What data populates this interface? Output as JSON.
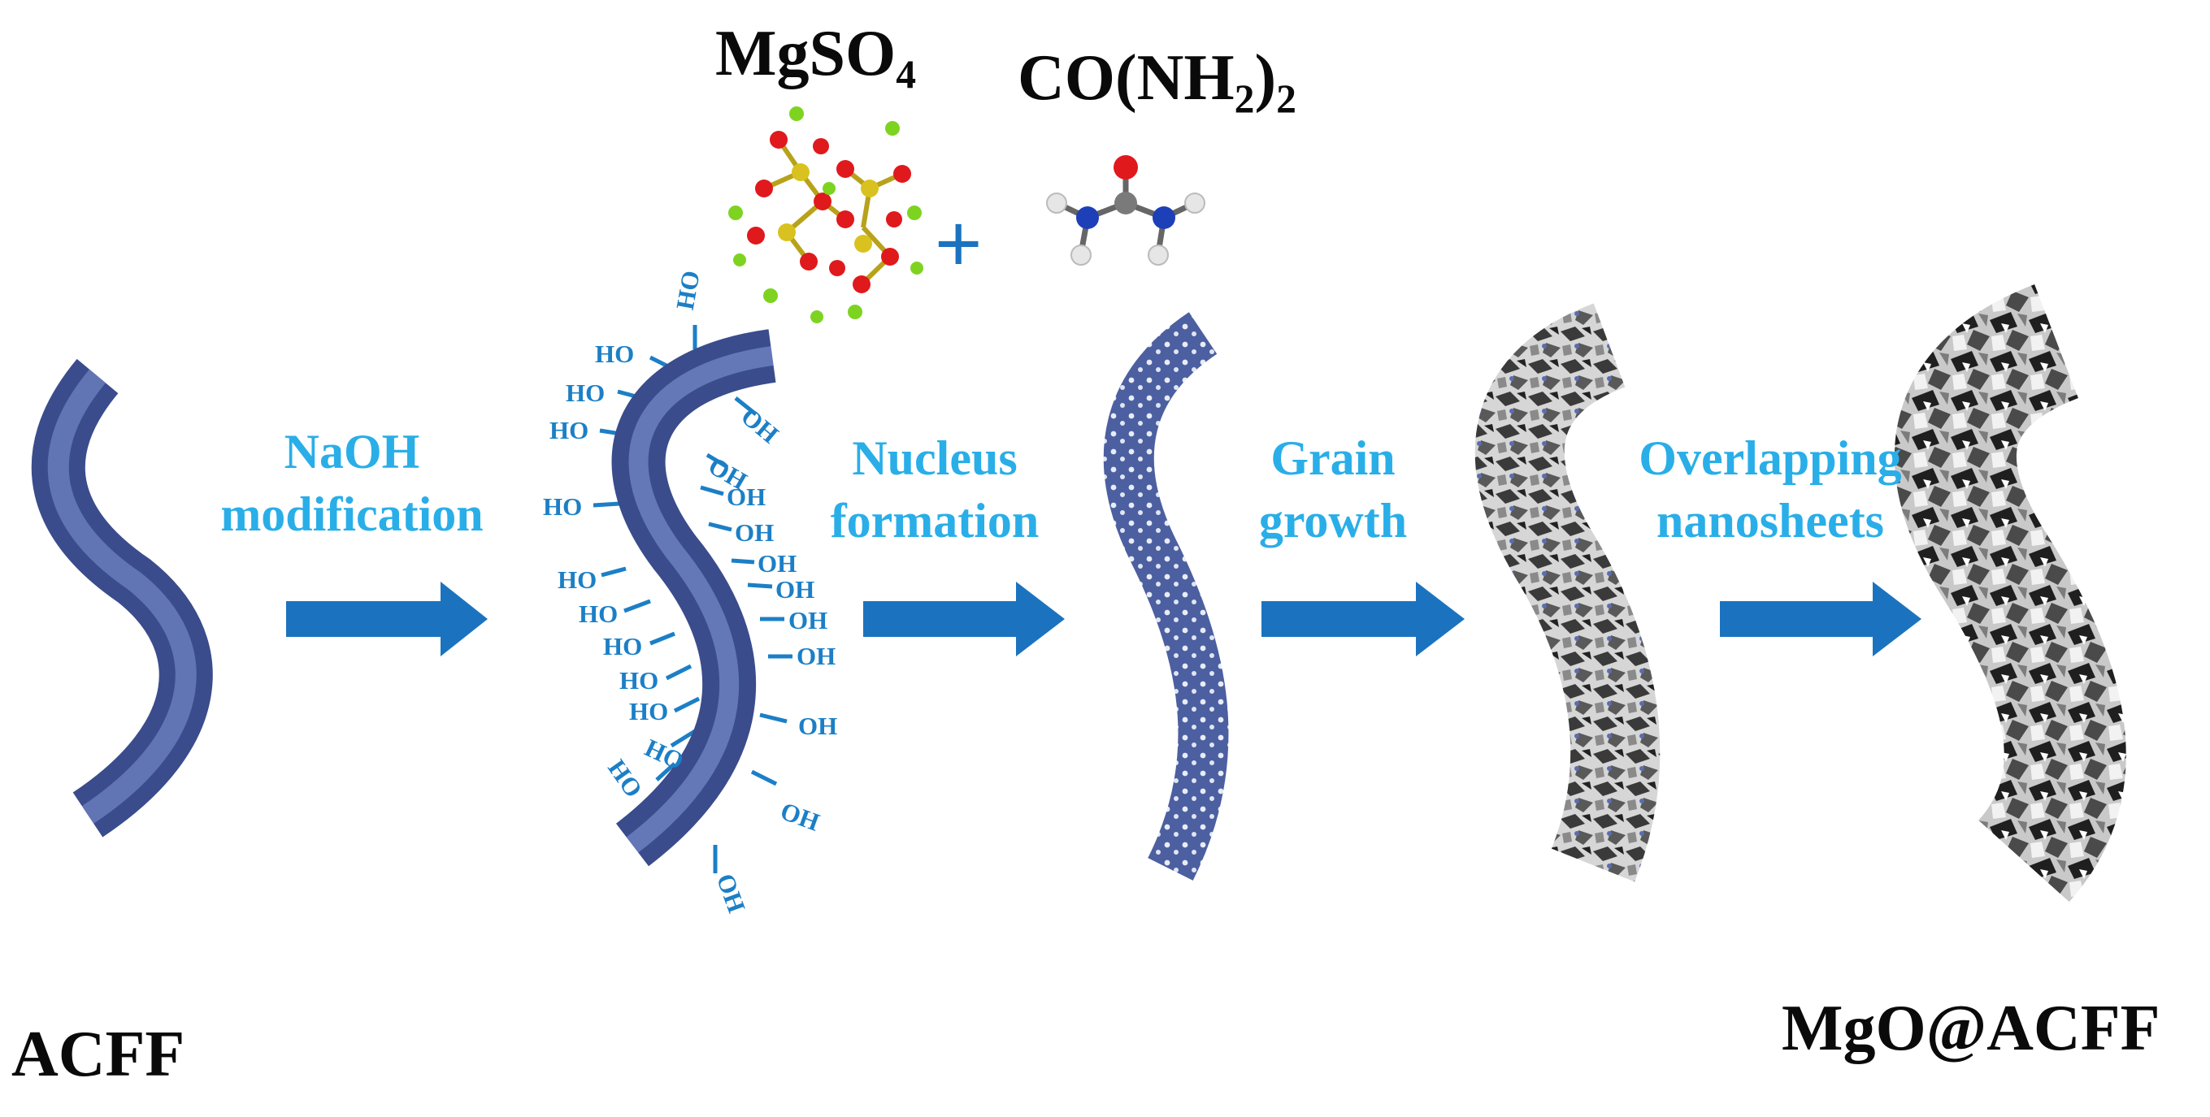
{
  "labels": {
    "start": "ACFF",
    "end": "MgO@ACFF",
    "reagent_1_main": "MgSO",
    "reagent_1_sub": "4",
    "reagent_2_pre": "CO(NH",
    "reagent_2_sub_1": "2",
    "reagent_2_post": ")",
    "reagent_2_sub_2": "2",
    "plus": "+"
  },
  "steps": [
    {
      "line1": "NaOH",
      "line2": "modification"
    },
    {
      "line1": "Nucleus",
      "line2": "formation"
    },
    {
      "line1": "Grain",
      "line2": "growth"
    },
    {
      "line1": "Overlapping",
      "line2": "nanosheets"
    }
  ],
  "groups": {
    "ho": "HO",
    "oh": "OH"
  },
  "colors": {
    "fiber": "#4a5fa3",
    "fiber_highlight": "#7d8fc8",
    "arrow": "#1b73bf",
    "step_text": "#29aee8",
    "hydroxyl": "#1c7fc6",
    "oxygen_atom": "#e0191c",
    "sulfur_atom": "#d9c21f",
    "magnesium_atom": "#7ed321",
    "nitrogen_atom": "#1d3fb8",
    "carbon_atom": "#7a7a7a",
    "hydrogen_atom": "#e8e8e8"
  }
}
